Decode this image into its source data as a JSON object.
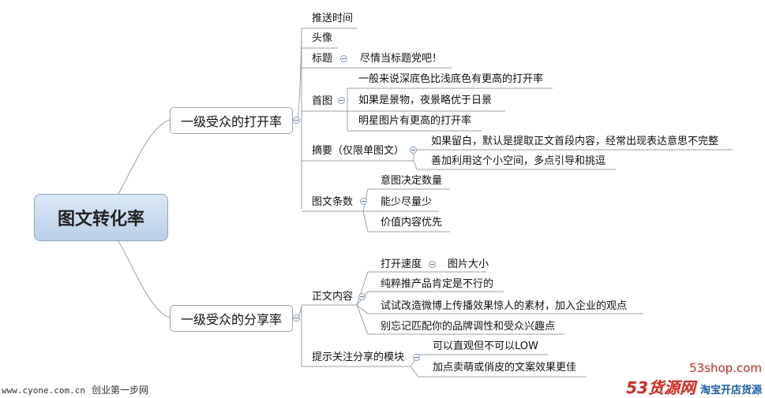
{
  "root": "图文转化率",
  "branch_open": {
    "label": "一级受众的打开率",
    "items": {
      "push_time": "推送时间",
      "avatar": "头像",
      "title": {
        "label": "标题",
        "child": "尽情当标题党吧！"
      },
      "cover": {
        "label": "首图",
        "children": [
          "一般来说深底色比浅底色有更高的打开率",
          "如果是景物，夜景略优于日景",
          "明星图片有更高的打开率"
        ]
      },
      "summary": {
        "label": "摘要（仅限单图文）",
        "children": [
          "如果留白，默认是提取正文首段内容，经常出现表达意思不完整",
          "善加利用这个小空间，多点引导和挑逗"
        ]
      },
      "count": {
        "label": "图文条数",
        "children": [
          "意图决定数量",
          "能少尽量少",
          "价值内容优先"
        ]
      }
    }
  },
  "branch_share": {
    "label": "一级受众的分享率",
    "items": {
      "body": {
        "label": "正文内容",
        "speed": {
          "label": "打开速度",
          "child": "图片大小"
        },
        "children": [
          "纯粹推产品肯定是不行的",
          "试试改造微博上传播效果惊人的素材，加入企业的观点",
          "别忘记匹配你的品牌调性和受众兴趣点"
        ]
      },
      "module": {
        "label": "提示关注分享的模块",
        "children": [
          "可以直观但不可以LOW",
          "加点卖萌或俏皮的文案效果更佳"
        ]
      }
    }
  },
  "watermark": {
    "left_url": "www.cyone.com.cn",
    "left_text": "创业第一步网",
    "right_url": "53shop.com",
    "right_brand": "53货源网",
    "right_tag": "淘宝开店货源"
  }
}
